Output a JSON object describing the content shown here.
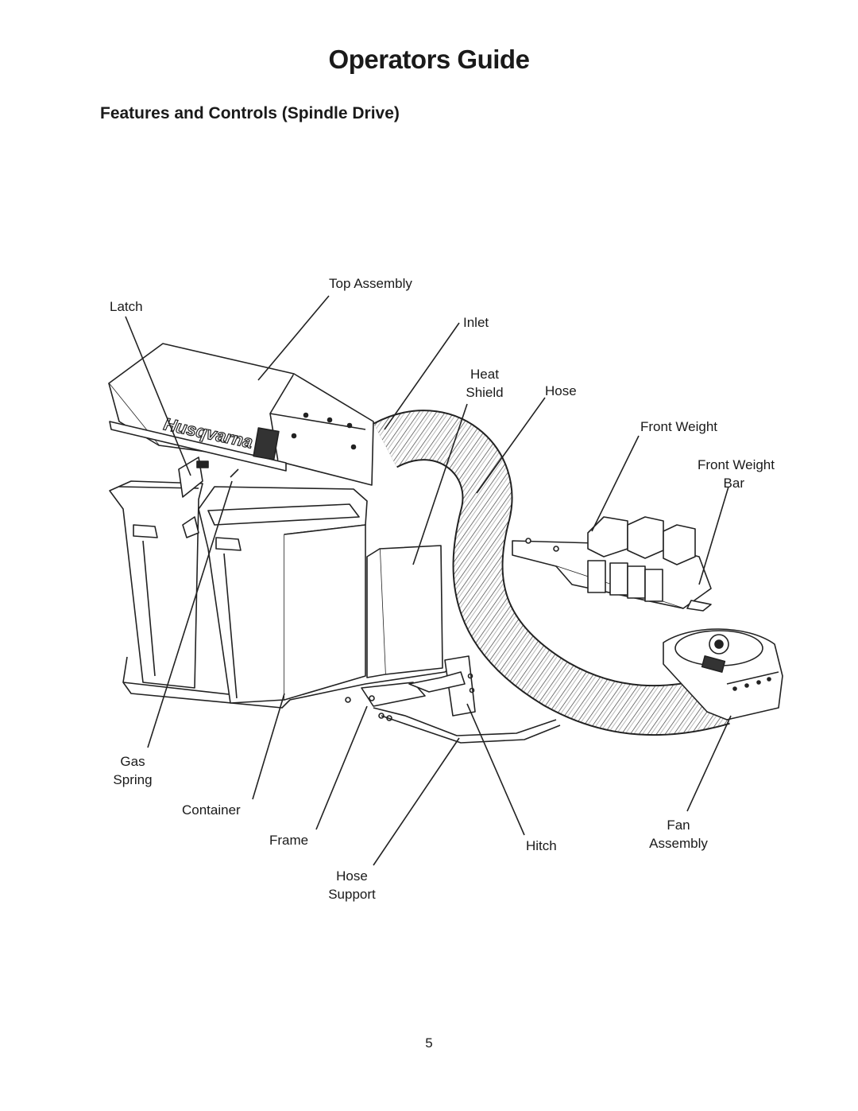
{
  "page": {
    "title": "Operators Guide",
    "section_title": "Features and Controls (Spindle Drive)",
    "page_number": "5"
  },
  "figure": {
    "brand_logo": "Husqvarna",
    "labels": {
      "top_assembly": "Top Assembly",
      "latch": "Latch",
      "inlet": "Inlet",
      "heat_shield": [
        "Heat",
        "Shield"
      ],
      "hose": "Hose",
      "front_weight": "Front Weight",
      "front_weight_bar": [
        "Front Weight",
        "Bar"
      ],
      "gas_spring": [
        "Gas",
        "Spring"
      ],
      "container": "Container",
      "frame": "Frame",
      "hitch": "Hitch",
      "fan_assembly": [
        "Fan",
        "Assembly"
      ],
      "hose_support": [
        "Hose",
        "Support"
      ]
    }
  }
}
